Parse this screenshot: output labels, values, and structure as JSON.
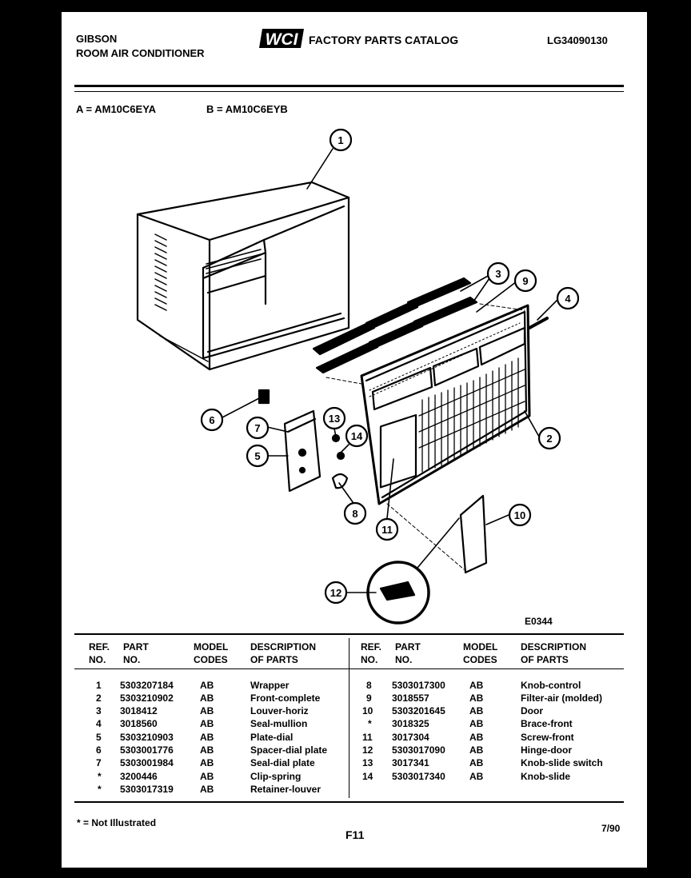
{
  "header": {
    "brand": "GIBSON",
    "product": "ROOM AIR CONDITIONER",
    "logo_text": "WCI",
    "catalog_title": "FACTORY PARTS CATALOG",
    "catalog_code": "LG34090130"
  },
  "models": {
    "a": "A = AM10C6EYA",
    "b": "B = AM10C6EYB"
  },
  "diagram": {
    "callouts": [
      "1",
      "2",
      "3",
      "4",
      "5",
      "6",
      "7",
      "8",
      "9",
      "10",
      "11",
      "12",
      "13",
      "14"
    ],
    "figure_code": "E0344"
  },
  "table": {
    "headers": {
      "ref": "REF.",
      "no": "NO.",
      "part": "PART",
      "part_no": "NO.",
      "model": "MODEL",
      "codes": "CODES",
      "desc": "DESCRIPTION",
      "of_parts": "OF PARTS"
    },
    "left_rows": [
      {
        "ref": "1",
        "part": "5303207184",
        "model": "AB",
        "desc": "Wrapper"
      },
      {
        "ref": "2",
        "part": "5303210902",
        "model": "AB",
        "desc": "Front-complete"
      },
      {
        "ref": "3",
        "part": "3018412",
        "model": "AB",
        "desc": "Louver-horiz"
      },
      {
        "ref": "4",
        "part": "3018560",
        "model": "AB",
        "desc": "Seal-mullion"
      },
      {
        "ref": "5",
        "part": "5303210903",
        "model": "AB",
        "desc": "Plate-dial"
      },
      {
        "ref": "6",
        "part": "5303001776",
        "model": "AB",
        "desc": "Spacer-dial plate"
      },
      {
        "ref": "7",
        "part": "5303001984",
        "model": "AB",
        "desc": "Seal-dial plate"
      },
      {
        "ref": "*",
        "part": "3200446",
        "model": "AB",
        "desc": "Clip-spring"
      },
      {
        "ref": "*",
        "part": "5303017319",
        "model": "AB",
        "desc": "Retainer-louver"
      }
    ],
    "right_rows": [
      {
        "ref": "8",
        "part": "5303017300",
        "model": "AB",
        "desc": "Knob-control"
      },
      {
        "ref": "9",
        "part": "3018557",
        "model": "AB",
        "desc": "Filter-air (molded)"
      },
      {
        "ref": "10",
        "part": "5303201645",
        "model": "AB",
        "desc": "Door"
      },
      {
        "ref": "*",
        "part": "3018325",
        "model": "AB",
        "desc": "Brace-front"
      },
      {
        "ref": "11",
        "part": "3017304",
        "model": "AB",
        "desc": "Screw-front"
      },
      {
        "ref": "12",
        "part": "5303017090",
        "model": "AB",
        "desc": "Hinge-door"
      },
      {
        "ref": "13",
        "part": "3017341",
        "model": "AB",
        "desc": "Knob-slide switch"
      },
      {
        "ref": "14",
        "part": "5303017340",
        "model": "AB",
        "desc": "Knob-slide"
      }
    ]
  },
  "footer": {
    "note": "* = Not Illustrated",
    "page": "F11",
    "date": "7/90"
  }
}
